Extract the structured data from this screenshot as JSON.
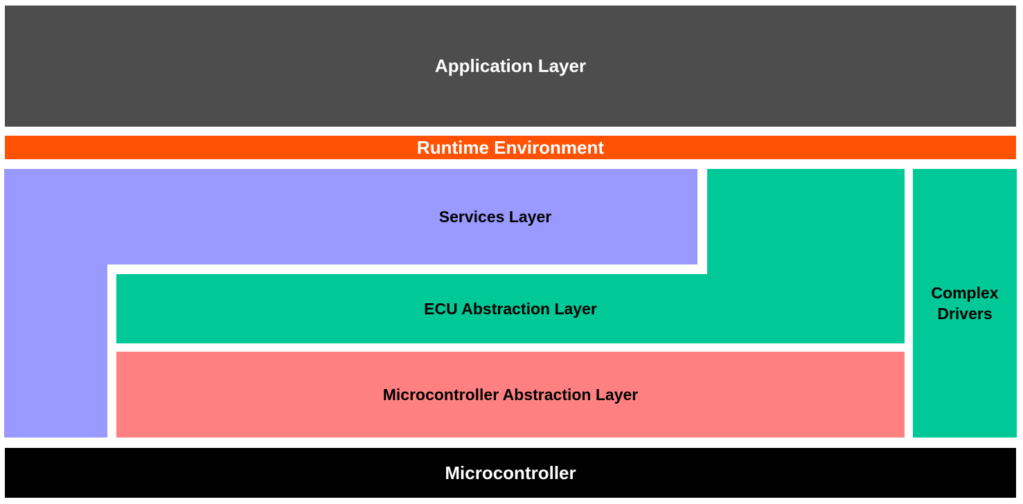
{
  "canvas": {
    "background": "#FFFFFF"
  },
  "blocks": {
    "application": {
      "label": "Application Layer",
      "bg": "#4D4D4D",
      "fg": "#FFFFFF"
    },
    "runtime": {
      "label": "Runtime Environment",
      "bg": "#FF5204",
      "fg": "#FFFFFF"
    },
    "services": {
      "label": "Services Layer",
      "bg": "#9999FF",
      "fg": "#000000"
    },
    "ecu_abstraction": {
      "label": "ECU Abstraction Layer",
      "bg": "#00C896",
      "fg": "#000000"
    },
    "mcal": {
      "label": "Microcontroller Abstraction Layer",
      "bg": "#FF8080",
      "fg": "#000000"
    },
    "complex_drivers": {
      "label": "Complex Drivers",
      "bg": "#00C896",
      "fg": "#000000"
    },
    "microcontroller": {
      "label": "Microcontroller",
      "bg": "#000000",
      "fg": "#FFFFFF"
    }
  }
}
